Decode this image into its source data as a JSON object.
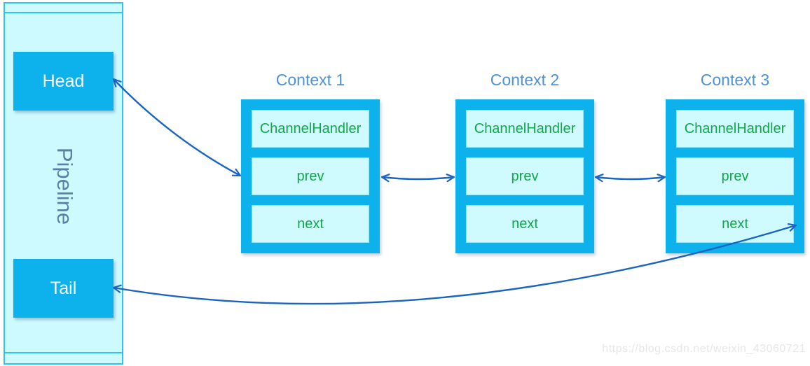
{
  "pipeline": {
    "label": "Pipeline",
    "head_label": "Head",
    "tail_label": "Tail"
  },
  "contexts": [
    {
      "title": "Context 1",
      "rows": {
        "handler": "ChannelHandler",
        "prev": "prev",
        "next": "next"
      }
    },
    {
      "title": "Context 2",
      "rows": {
        "handler": "ChannelHandler",
        "prev": "prev",
        "next": "next"
      }
    },
    {
      "title": "Context 3",
      "rows": {
        "handler": "ChannelHandler",
        "prev": "prev",
        "next": "next"
      }
    }
  ],
  "watermark": "https://blog.csdn.net/weixin_43060721",
  "colors": {
    "box_azure": "#0db1ec",
    "container_fill": "#cdfaff",
    "container_border": "#2bc7f2",
    "row_fill": "#cffbff",
    "row_text_green": "#13a648",
    "context_title_blue": "#4e92d6",
    "pipeline_label_blue": "#5b80a5",
    "arrow_blue": "#1a64c2",
    "watermark_gray": "#e7e7e7"
  }
}
